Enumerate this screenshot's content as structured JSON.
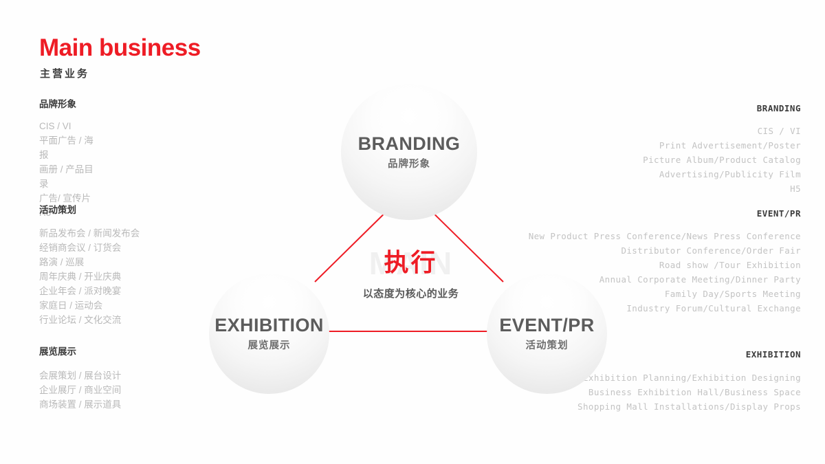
{
  "header": {
    "title": "Main business",
    "subtitle": "主营业务",
    "accent_color": "#ee1c25"
  },
  "left_sections": [
    {
      "heading": "品牌形象",
      "items": [
        "CIS / VI",
        "平面广告 / 海",
        "报",
        "画册 / 产品目",
        "录",
        "广告/ 宣传片",
        "H5"
      ]
    },
    {
      "heading": "活动策划",
      "items": [
        "新品发布会 / 新闻发布会",
        "经销商会议 / 订货会",
        "路演 / 巡展",
        "周年庆典 / 开业庆典",
        "企业年会 / 派对晚宴",
        "家庭日 / 运动会",
        "行业论坛 / 文化交流"
      ]
    },
    {
      "heading": "展览展示",
      "items": [
        "会展策划 / 展台设计",
        "企业展厅 / 商业空间",
        "商场装置 / 展示道具"
      ]
    }
  ],
  "right_sections": [
    {
      "heading": "BRANDING",
      "items": [
        "CIS / VI",
        "Print Advertisement/Poster",
        "Picture Album/Product Catalog",
        "Advertising/Publicity Film",
        "H5"
      ]
    },
    {
      "heading": "EVENT/PR",
      "items": [
        "New Product Press Conference/News Press Conference",
        "Distributor Conference/Order Fair",
        "Road show  /Tour Exhibition",
        "Annual Corporate Meeting/Dinner Party",
        "Family Day/Sports Meeting",
        "Industry Forum/Cultural Exchange"
      ]
    },
    {
      "heading": "EXHIBITION",
      "items": [
        "Exhibition Planning/Exhibition Designing",
        "Business Exhibition Hall/Business Space",
        "Shopping Mall Installations/Display Props"
      ]
    }
  ],
  "diagram": {
    "nodes": {
      "branding": {
        "en": "BRANDING",
        "cn": "品牌形象"
      },
      "exhibition": {
        "en": "EXHIBITION",
        "cn": "展览展示"
      },
      "eventpr": {
        "en": "EVENT/PR",
        "cn": "活动策划"
      }
    },
    "center": {
      "watermark": "MAIN",
      "main": "执行",
      "sub": "以态度为核心的业务"
    },
    "line_color": "#ee1c25"
  }
}
